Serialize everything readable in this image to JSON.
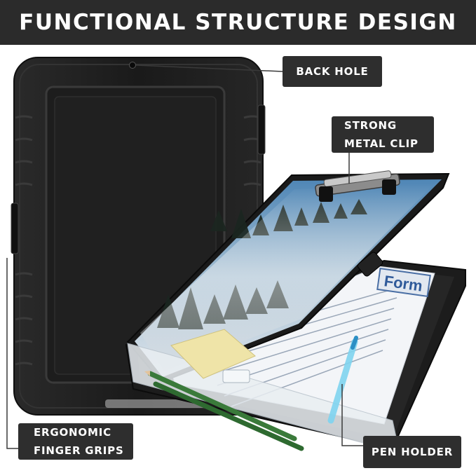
{
  "header": {
    "title": "FUNCTIONAL STRUCTURE DESIGN"
  },
  "callouts": {
    "back_hole": "BACK HOLE",
    "strong_metal_clip": [
      "STRONG",
      "METAL CLIP"
    ],
    "ergonomic_finger_grips": [
      "ERGONOMIC",
      "FINGER GRIPS"
    ],
    "pen_holder": "PEN HOLDER"
  },
  "form_sheet": {
    "heading": "Form"
  },
  "colors": {
    "header_bg": "#2b2b2b",
    "label_bg": "#2e2e2e",
    "case_black": "#1c1c1c",
    "sticky_note": "#efe4a8",
    "pen_blue": "#7fd4f0",
    "pencil_green": "#3a7a3a"
  }
}
